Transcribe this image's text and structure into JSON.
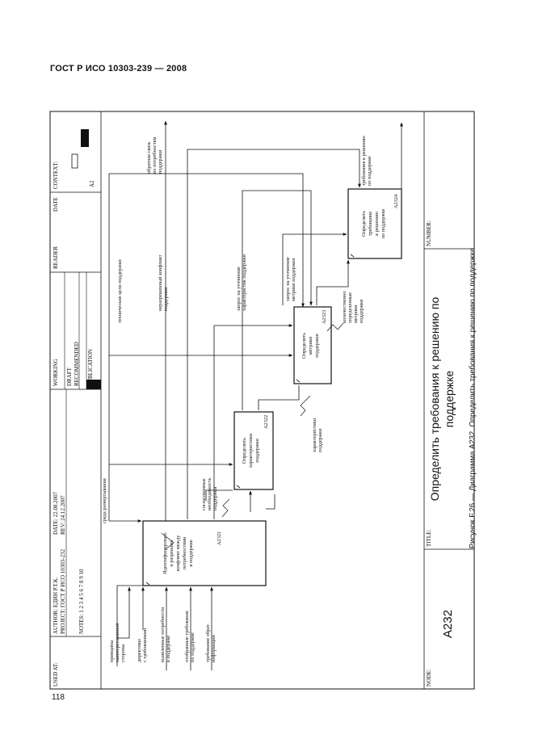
{
  "page": {
    "header": "ГОСТ Р ИСО 10303-239 — 2008",
    "page_number": "118",
    "caption": "Рисунок F.26 — Диаграмма A232. Определить требования к решению по поддержке"
  },
  "frame": {
    "used_at": "USED AT:",
    "author": "AUTHOR:  ЕДИН Р.Т.К.",
    "project": "PROJECT:  ГОСТ Р ИСО 10303-232",
    "date": "DATE:  22.08.2007",
    "rev": "REV:    24.12.2007",
    "notes": "NOTES:  1  2  3  4  5  6  7  8  9  10",
    "working": "WORKING",
    "draft": "DRAFT",
    "recommended": "RECOMMENDED",
    "publication": "PUBLICATION",
    "reader": "READER",
    "date_col": "DATE",
    "context": "CONTEXT:",
    "context_node": "A2",
    "node_label": "NODE:",
    "node_value": "A232",
    "title_label": "TITLE:",
    "title_line1": "Определить требования  к решению по",
    "title_line2": "поддержке",
    "number_label": "NUMBER:"
  },
  "boxes": [
    {
      "text": [
        "Идентифицировать",
        "и разрешить",
        "конфликт между",
        "потребностями",
        "в поддержке"
      ],
      "id": "A2321"
    },
    {
      "text": [
        "Определить",
        "характеристики",
        "поддержки"
      ],
      "id": "A2322"
    },
    {
      "text": [
        "Определить",
        "метрики",
        "поддержки"
      ],
      "id": "A2323"
    },
    {
      "text": [
        "Определить",
        "требование",
        "к решению",
        "по поддержке"
      ],
      "id": "A2324"
    }
  ],
  "inputs": [
    [
      "принципы",
      "заинтересованной",
      "стороны"
    ],
    [
      "директивы",
      "с требованиями"
    ],
    [
      "выявленные потребности",
      "в поддержке"
    ],
    [
      "отобранные требования",
      "по поддержке"
    ],
    [
      "требование обрат.",
      "информации"
    ]
  ],
  "labels": {
    "env": "среда развертывания",
    "agreed": [
      "согласованные",
      "необходимость",
      "поддержки"
    ],
    "tech": "технические цели поддержки",
    "unresolved": [
      "неразрешенный конфликт",
      "поддержки"
    ],
    "char_req": [
      "запрос на уточнение",
      "характеристик поддержки"
    ],
    "metric_req": [
      "запрос на уточнение",
      "метрики поддержки"
    ],
    "feedback": [
      "обратная связь",
      "по потребностям",
      "поддержки"
    ],
    "reqs_out": [
      "требования к решению",
      "по поддержке"
    ],
    "characteristics": [
      "характеристики",
      "поддержки"
    ],
    "metrics": [
      "количественно",
      "определенные",
      "метрики",
      "поддержки"
    ]
  }
}
